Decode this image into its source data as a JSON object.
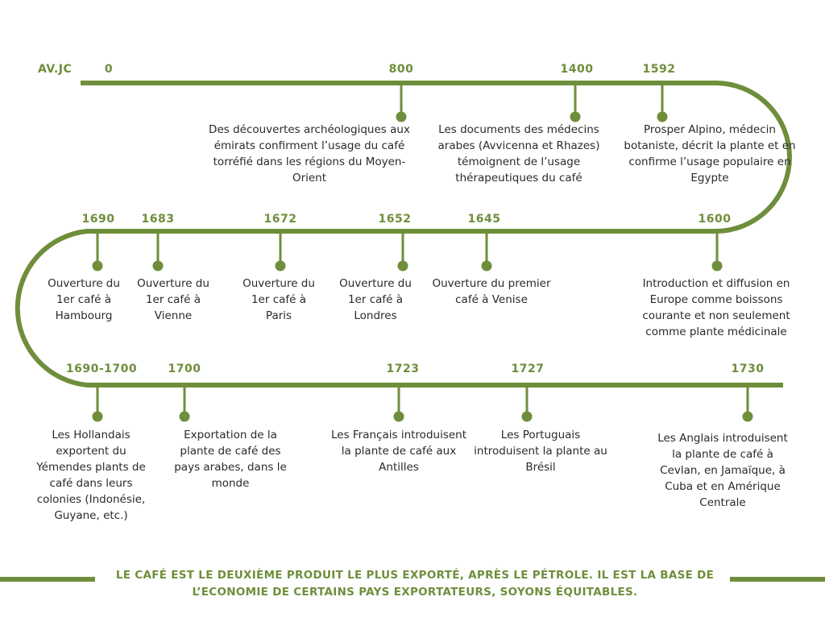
{
  "colors": {
    "accent": "#6f8e3b",
    "text": "#2a2a2a"
  },
  "row1": {
    "start_label": "AV.JC",
    "events": [
      {
        "year": "0",
        "text": ""
      },
      {
        "year": "800",
        "text": "Des découvertes archéologiques aux émirats confirment l’usage du café torréfié dans les régions du Moyen-Orient"
      },
      {
        "year": "1400",
        "text": "Les documents des médecins arabes (Avvicenna et Rhazes) témoignent de l’usage thérapeutiques du café"
      },
      {
        "year": "1592",
        "text": "Prosper Alpino, médecin botaniste, décrit la plante et en confirme l’usage populaire en Egypte"
      }
    ]
  },
  "row2": {
    "events": [
      {
        "year": "1690",
        "text": "Ouverture du 1er café à Hambourg"
      },
      {
        "year": "1683",
        "text": "Ouverture du 1er café à Vienne"
      },
      {
        "year": "1672",
        "text": "Ouverture du 1er café à Paris"
      },
      {
        "year": "1652",
        "text": "Ouverture du 1er café à Londres"
      },
      {
        "year": "1645",
        "text": "Ouverture du premier café à Venise"
      },
      {
        "year": "1600",
        "text": "Introduction et diffusion en Europe comme boissons courante et non seulement comme plante médicinale"
      }
    ]
  },
  "row3": {
    "events": [
      {
        "year": "1690-1700",
        "text": "Les Hollandais exportent du Yémendes plants de café dans leurs colonies (Indonésie, Guyane, etc.)"
      },
      {
        "year": "1700",
        "text": "Exportation de la plante de café des pays arabes, dans le monde"
      },
      {
        "year": "1723",
        "text": "Les Français introduisent la plante de café aux Antilles"
      },
      {
        "year": "1727",
        "text": "Les Portuguais introduisent la plante au Brésil"
      },
      {
        "year": "1730",
        "text": "Les Anglais introduisent la plante de café à Cevlan, en Jamaïque, à Cuba et en Amérique Centrale"
      }
    ]
  },
  "footer": {
    "line1": "LE CAFÉ  EST LE DEUXIÈME PRODUIT LE PLUS EXPORTÉ, APRÈS LE PÉTROLE. IL EST LA BASE DE",
    "line2": "L’ECONOMIE DE CERTAINS PAYS EXPORTATEURS, SOYONS ÉQUITABLES."
  }
}
